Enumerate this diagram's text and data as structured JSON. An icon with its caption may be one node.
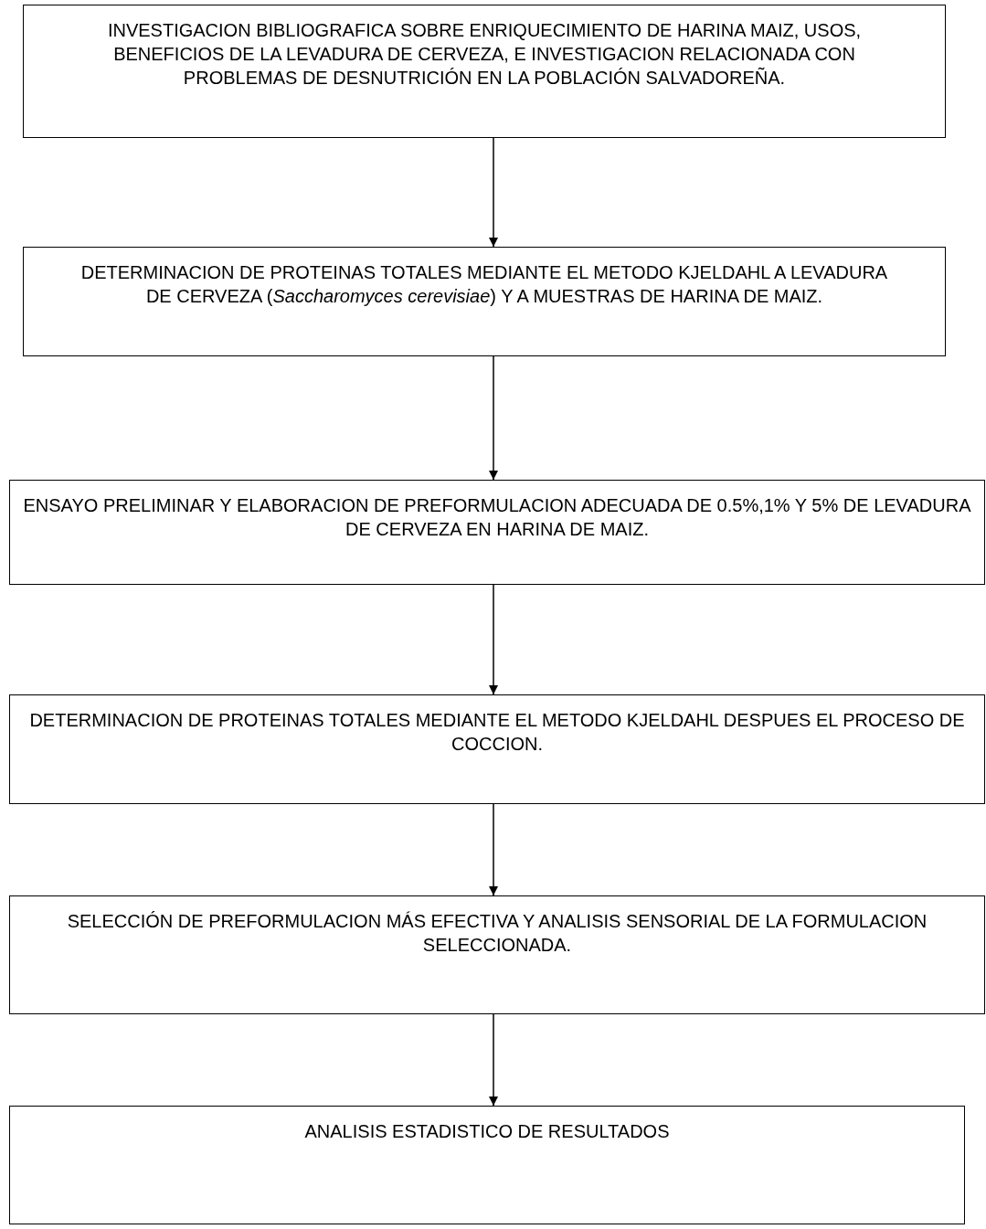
{
  "diagram": {
    "nodes": [
      {
        "text": [
          "INVESTIGACION BIBLIOGRAFICA SOBRE ENRIQUECIMIENTO DE HARINA MAIZ, USOS, BENEFICIOS DE LA LEVADURA DE CERVEZA, E INVESTIGACION RELACIONADA CON PROBLEMAS DE DESNUTRICIÓN EN LA POBLACIÓN SALVADOREÑA."
        ]
      },
      {
        "text": [
          "DETERMINACION DE PROTEINAS TOTALES MEDIANTE EL METODO KJELDAHL A LEVADURA DE CERVEZA (*Saccharomyces cerevisiae*) Y A MUESTRAS DE HARINA DE MAIZ."
        ]
      },
      {
        "text": [
          "ENSAYO PRELIMINAR Y ELABORACION DE PREFORMULACION ADECUADA DE 0.5%,1% Y 5% DE LEVADURA DE CERVEZA EN HARINA DE MAIZ."
        ]
      },
      {
        "text": [
          "DETERMINACION DE PROTEINAS TOTALES MEDIANTE EL METODO KJELDAHL DESPUES EL PROCESO DE COCCION."
        ]
      },
      {
        "text": [
          "SELECCIÓN DE PREFORMULACION MÁS EFECTIVA Y ANALISIS SENSORIAL DE LA FORMULACION SELECCIONADA."
        ]
      },
      {
        "text": [
          "ANALISIS ESTADISTICO DE RESULTADOS"
        ]
      }
    ],
    "edges": [
      {
        "from": 0,
        "to": 1,
        "arrow": "to"
      },
      {
        "from": 1,
        "to": 2,
        "arrow": "to"
      },
      {
        "from": 2,
        "to": 3,
        "arrow": "to"
      },
      {
        "from": 3,
        "to": 4,
        "arrow": "to"
      },
      {
        "from": 4,
        "to": 5,
        "arrow": "to"
      }
    ]
  }
}
